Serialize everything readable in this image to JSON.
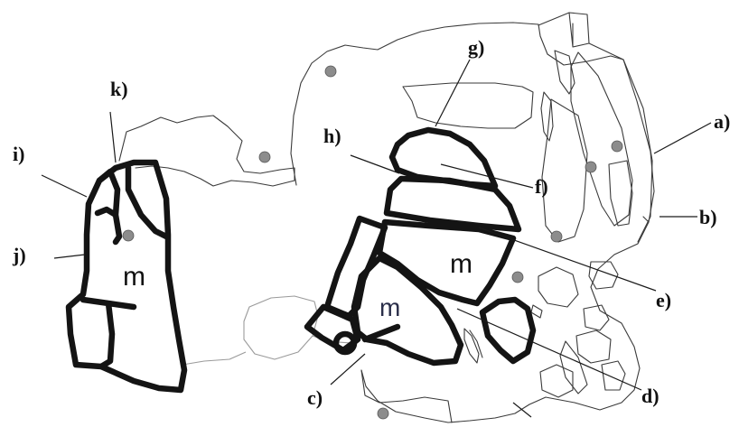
{
  "labels": {
    "a": "a)",
    "b": "b)",
    "c": "c)",
    "d": "d)",
    "e": "e)",
    "f": "f)",
    "g": "g)",
    "h": "h)",
    "i": "i)",
    "j": "j)",
    "k": "k)"
  },
  "region_marks": {
    "left": "m",
    "upper_center": "m",
    "lower_center": "m"
  },
  "colors": {
    "bold_outline": "#141414",
    "thin_outline": "#3a3a3a",
    "faint_outline": "#9a9a9a",
    "dot_fill": "#8c8c8c"
  }
}
